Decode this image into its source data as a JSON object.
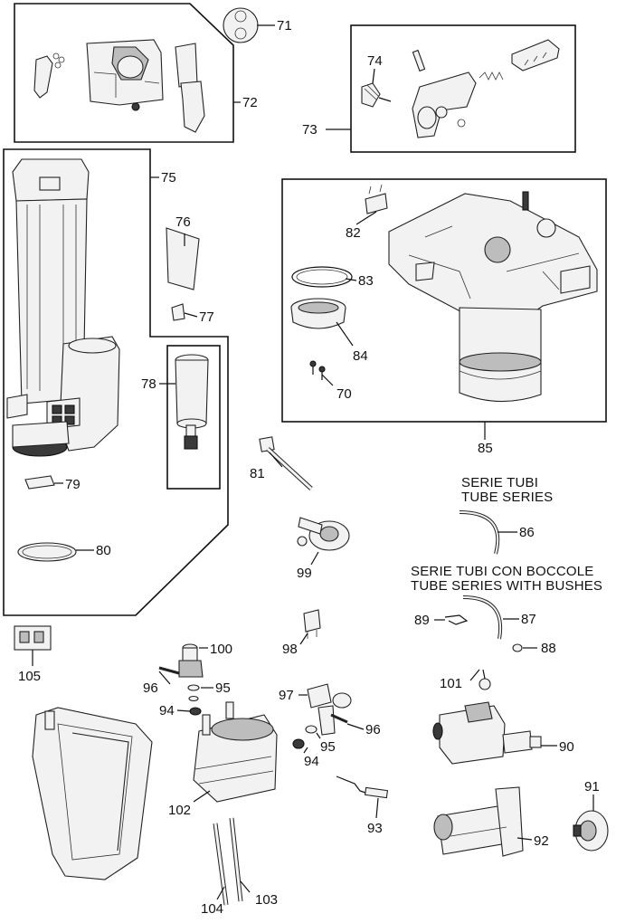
{
  "labels": {
    "p71": "71",
    "p72": "72",
    "p73": "73",
    "p74": "74",
    "p75": "75",
    "p76": "76",
    "p77": "77",
    "p78": "78",
    "p79": "79",
    "p80": "80",
    "p81": "81",
    "p82": "82",
    "p83": "83",
    "p84": "84",
    "p70": "70",
    "p85": "85",
    "p86": "86",
    "p87": "87",
    "p88": "88",
    "p89": "89",
    "p90": "90",
    "p91": "91",
    "p92": "92",
    "p93": "93",
    "p94a": "94",
    "p94b": "94",
    "p95a": "95",
    "p95b": "95",
    "p96a": "96",
    "p96b": "96",
    "p97": "97",
    "p98": "98",
    "p99": "99",
    "p100": "100",
    "p101": "101",
    "p102": "102",
    "p103": "103",
    "p104": "104",
    "p105": "105"
  },
  "notes": {
    "tube_series_it": "SERIE TUBI",
    "tube_series_en": "TUBE SERIES",
    "tube_bushes_it": "SERIE TUBI CON BOCCOLE",
    "tube_bushes_en": "TUBE SERIES WITH BUSHES"
  }
}
